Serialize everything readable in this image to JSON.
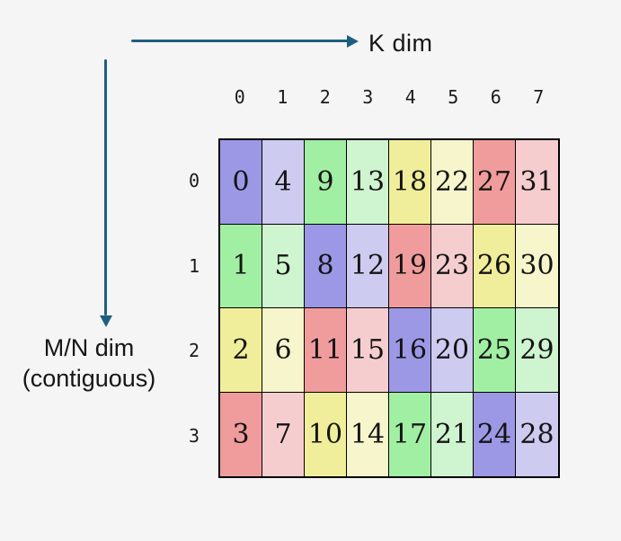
{
  "axes": {
    "k_label": "K dim",
    "mn_label_line1": "M/N dim",
    "mn_label_line2": "(contiguous)",
    "arrow_color": "#1e5f7e"
  },
  "palette": {
    "p": "#9c98e5",
    "pl": "#cecbf1",
    "g": "#a1efa3",
    "gl": "#cff4d0",
    "y": "#f0ee9a",
    "yl": "#f6f5cb",
    "r": "#f09c9c",
    "rl": "#f6cdce"
  },
  "grid": {
    "col_headers": [
      "0",
      "1",
      "2",
      "3",
      "4",
      "5",
      "6",
      "7"
    ],
    "row_headers": [
      "0",
      "1",
      "2",
      "3"
    ],
    "rows": [
      {
        "cells": [
          {
            "v": "0",
            "c": "p"
          },
          {
            "v": "4",
            "c": "pl"
          },
          {
            "v": "9",
            "c": "g"
          },
          {
            "v": "13",
            "c": "gl"
          },
          {
            "v": "18",
            "c": "y"
          },
          {
            "v": "22",
            "c": "yl"
          },
          {
            "v": "27",
            "c": "r"
          },
          {
            "v": "31",
            "c": "rl"
          }
        ]
      },
      {
        "cells": [
          {
            "v": "1",
            "c": "g"
          },
          {
            "v": "5",
            "c": "gl"
          },
          {
            "v": "8",
            "c": "p"
          },
          {
            "v": "12",
            "c": "pl"
          },
          {
            "v": "19",
            "c": "r"
          },
          {
            "v": "23",
            "c": "rl"
          },
          {
            "v": "26",
            "c": "y"
          },
          {
            "v": "30",
            "c": "yl"
          }
        ]
      },
      {
        "cells": [
          {
            "v": "2",
            "c": "y"
          },
          {
            "v": "6",
            "c": "yl"
          },
          {
            "v": "11",
            "c": "r"
          },
          {
            "v": "15",
            "c": "rl"
          },
          {
            "v": "16",
            "c": "p"
          },
          {
            "v": "20",
            "c": "pl"
          },
          {
            "v": "25",
            "c": "g"
          },
          {
            "v": "29",
            "c": "gl"
          }
        ]
      },
      {
        "cells": [
          {
            "v": "3",
            "c": "r"
          },
          {
            "v": "7",
            "c": "rl"
          },
          {
            "v": "10",
            "c": "y"
          },
          {
            "v": "14",
            "c": "yl"
          },
          {
            "v": "17",
            "c": "g"
          },
          {
            "v": "21",
            "c": "gl"
          },
          {
            "v": "24",
            "c": "p"
          },
          {
            "v": "28",
            "c": "pl"
          }
        ]
      }
    ]
  }
}
